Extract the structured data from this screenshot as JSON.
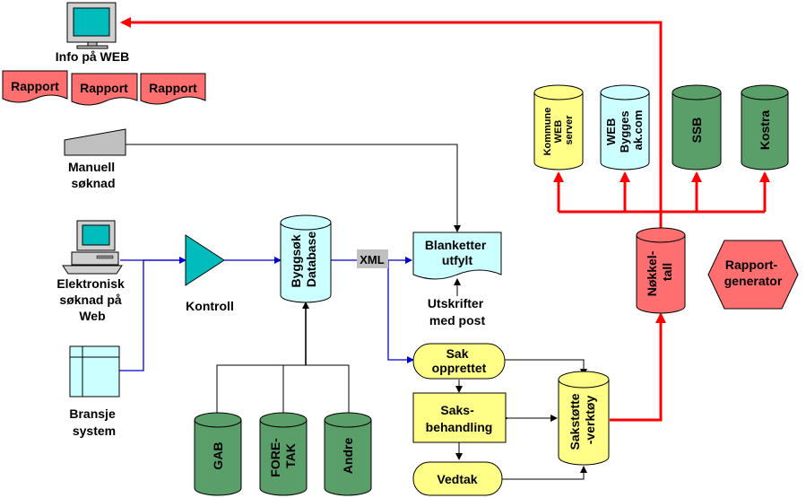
{
  "labels": {
    "info_web": "Info på WEB",
    "rapport_1": "Rapport",
    "rapport_2": "Rapport",
    "rapport_3": "Rapport",
    "manuell_1": "Manuell",
    "manuell_2": "søknad",
    "elektronisk_1": "Elektronisk",
    "elektronisk_2": "søknad på",
    "elektronisk_3": "Web",
    "bransje_1": "Bransje",
    "bransje_2": "system",
    "kontroll": "Kontroll",
    "byggsok_1": "Byggsøk",
    "byggsok_2": "Database",
    "xml": "XML",
    "blanketter_1": "Blanketter",
    "blanketter_2": "utfylt",
    "utskrifter_1": "Utskrifter",
    "utskrifter_2": "med post",
    "sak_1": "Sak",
    "sak_2": "opprettet",
    "saks_1": "Saks-",
    "saks_2": "behandling",
    "vedtak": "Vedtak",
    "sakstotte_1": "Sakstøtte",
    "sakstotte_2": "-verktøy",
    "nokkel_1": "Nøkkel-",
    "nokkel_2": "tall",
    "rapportgen_1": "Rapport-",
    "rapportgen_2": "generator",
    "kommune_1": "Kommune",
    "kommune_2": "WEB",
    "kommune_3": "server",
    "webbygg_1": "WEB",
    "webbygg_2": "Bygges",
    "webbygg_3": "ak.com",
    "ssb": "SSB",
    "kostra": "Kostra",
    "gab": "GAB",
    "foretak_1": "FORE-",
    "foretak_2": "TAK",
    "andre": "Andre"
  },
  "colors": {
    "green": "#5a9e69",
    "cyan": "#ccffff",
    "yellow": "#ffff88",
    "pink": "#ff6f6f",
    "red": "#ff0000",
    "blue": "#0000cc",
    "gray": "#c0c0c0"
  }
}
